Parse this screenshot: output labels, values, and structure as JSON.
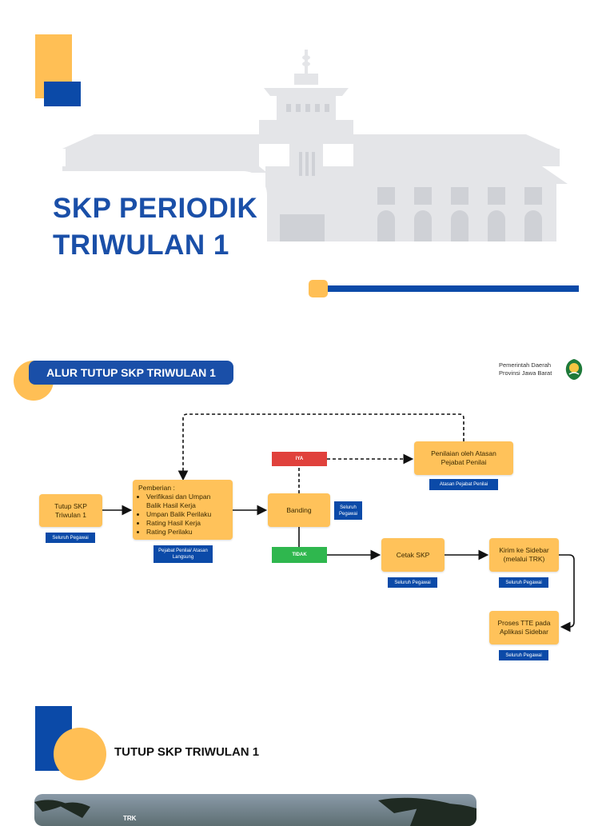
{
  "cover": {
    "title_line1": "SKP PERIODIK",
    "title_line2": "TRIWULAN 1"
  },
  "section1": {
    "heading": "ALUR TUTUP SKP TRIWULAN 1",
    "org_line1": "Pemerintah Daerah",
    "org_line2": "Provinsi Jawa Barat"
  },
  "flow": {
    "tutup": {
      "label": "Tutup SKP Triwulan 1",
      "tag": "Seluruh Pegawai"
    },
    "pemberian": {
      "intro": "Pemberian :",
      "items": [
        "Verifikasi dan Umpan Balik Hasil Kerja",
        "Umpan Balik Perilaku",
        "Rating Hasil Kerja",
        "Rating Perilaku"
      ],
      "tag": "Pejabat Penilai/ Atasan Langsung"
    },
    "banding": {
      "label": "Banding",
      "tag": "Seluruh Pegawai"
    },
    "iya": "IYA",
    "tidak": "TIDAK",
    "penilaian": {
      "label": "Penilaian oleh Atasan Pejabat Penilai",
      "tag": "Atasan Pejabat Penilai"
    },
    "cetak": {
      "label": "Cetak SKP",
      "tag": "Seluruh Pegawai"
    },
    "kirim": {
      "label": "Kirim ke Sidebar (melalui TRK)",
      "tag": "Seluruh Pegawai"
    },
    "proses": {
      "label": "Proses TTE pada Aplikasi Sidebar",
      "tag": "Seluruh Pegawai"
    }
  },
  "section2": {
    "heading": "TUTUP SKP TRIWULAN 1",
    "photo_caption": "TRK"
  },
  "colors": {
    "blue": "#1a4fa8",
    "orange": "#ffc25a",
    "red": "#e0413c",
    "green": "#2fb74e"
  }
}
